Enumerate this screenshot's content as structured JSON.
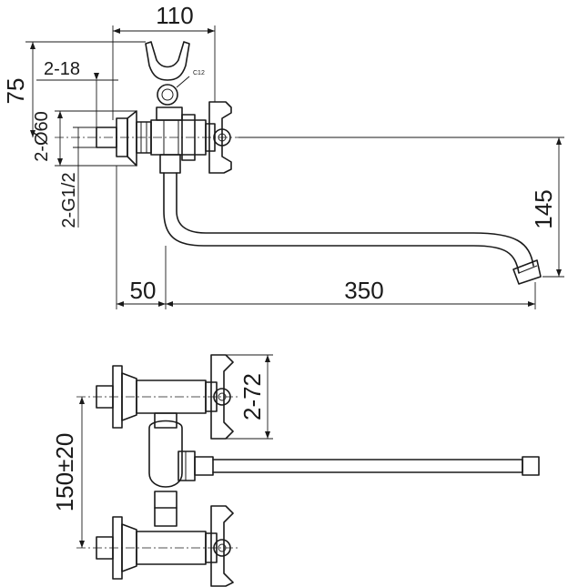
{
  "dimensions": {
    "top_width": "110",
    "height_75": "75",
    "hole_dia": "2-18",
    "flange_dia": "2-Ø60",
    "thread": "2-G1/2",
    "spout_drop": "145",
    "offset": "50",
    "spout_length": "350",
    "handle_spacing": "2-72",
    "center_distance": "150±20",
    "holder_mark": "C12"
  }
}
